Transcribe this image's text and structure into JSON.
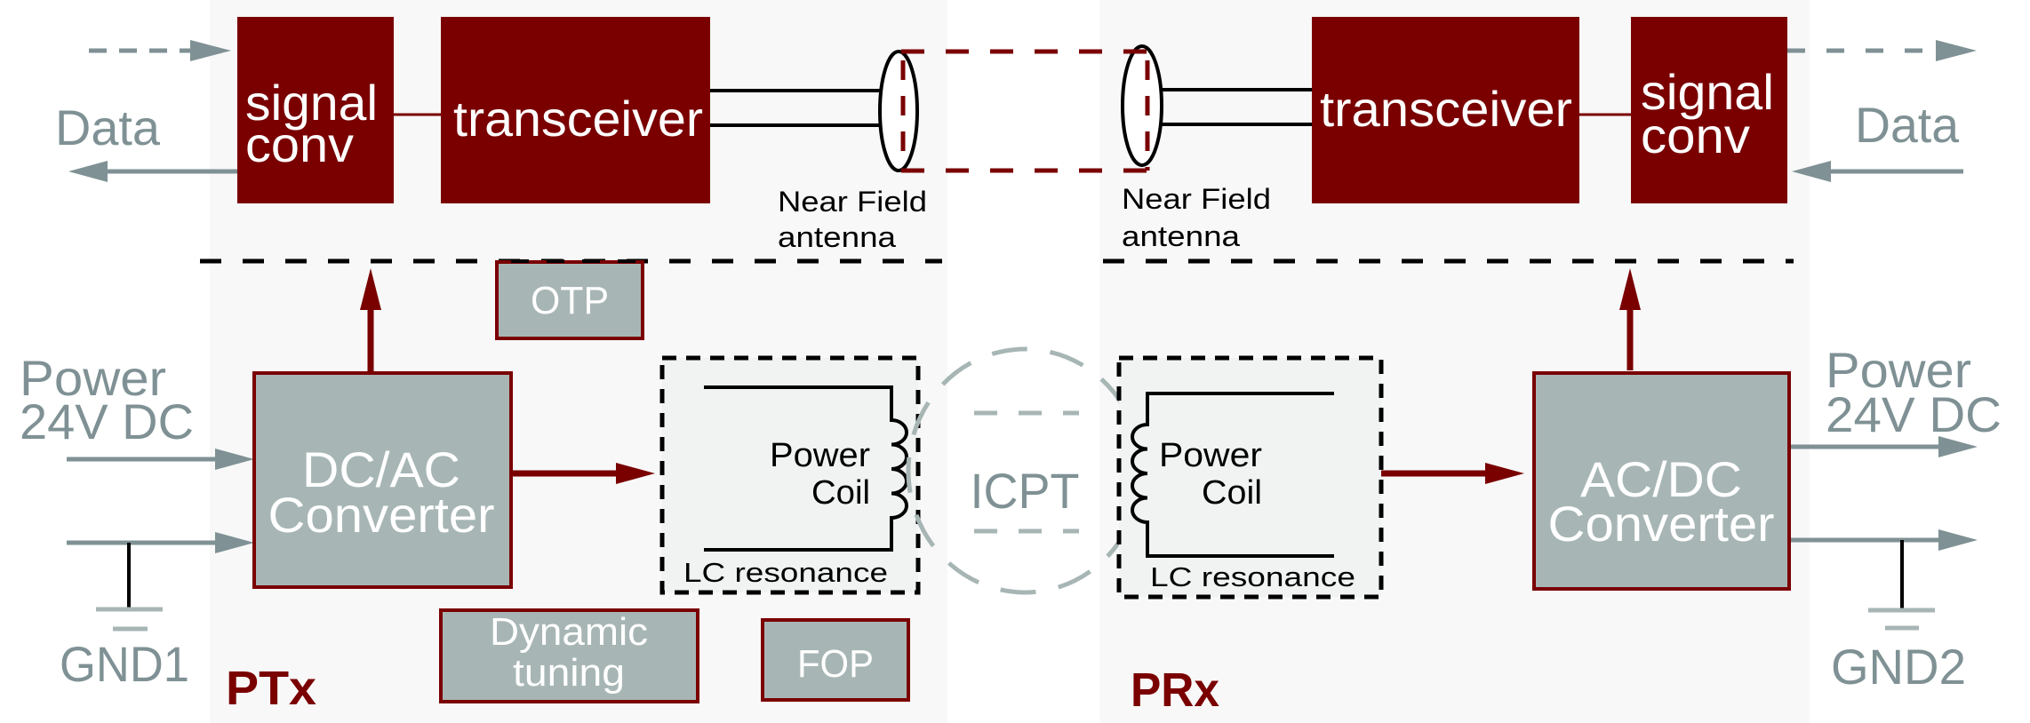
{
  "colors": {
    "block_dark_red": "#7a0000",
    "block_gray_fill": "#a7b6b5",
    "io_gray": "#7f9194",
    "panel_bg": "#f8f8f8",
    "lc_box_bg": "#f1f3f3"
  },
  "ptx": {
    "label": "PTx",
    "signal_conv": [
      "signal",
      "conv"
    ],
    "transceiver": "transceiver",
    "antenna": [
      "Near Field",
      "antenna"
    ],
    "otp": "OTP",
    "converter": [
      "DC/AC",
      "Converter"
    ],
    "lc": {
      "coil": [
        "Power",
        "Coil"
      ],
      "label": "LC resonance"
    },
    "dynamic_tuning": [
      "Dynamic",
      "tuning"
    ],
    "fop": "FOP"
  },
  "prx": {
    "label": "PRx",
    "signal_conv": [
      "signal",
      "conv"
    ],
    "transceiver": "transceiver",
    "antenna": [
      "Near Field",
      "antenna"
    ],
    "converter": [
      "AC/DC",
      "Converter"
    ],
    "lc": {
      "coil": [
        "Power",
        "Coil"
      ],
      "label": "LC resonance"
    }
  },
  "link": {
    "label": "ICPT"
  },
  "io_left": {
    "data": "Data",
    "power": [
      "Power",
      "24V DC"
    ],
    "ground": "GND1"
  },
  "io_right": {
    "data": "Data",
    "power": [
      "Power",
      "24V DC"
    ],
    "ground": "GND2"
  }
}
